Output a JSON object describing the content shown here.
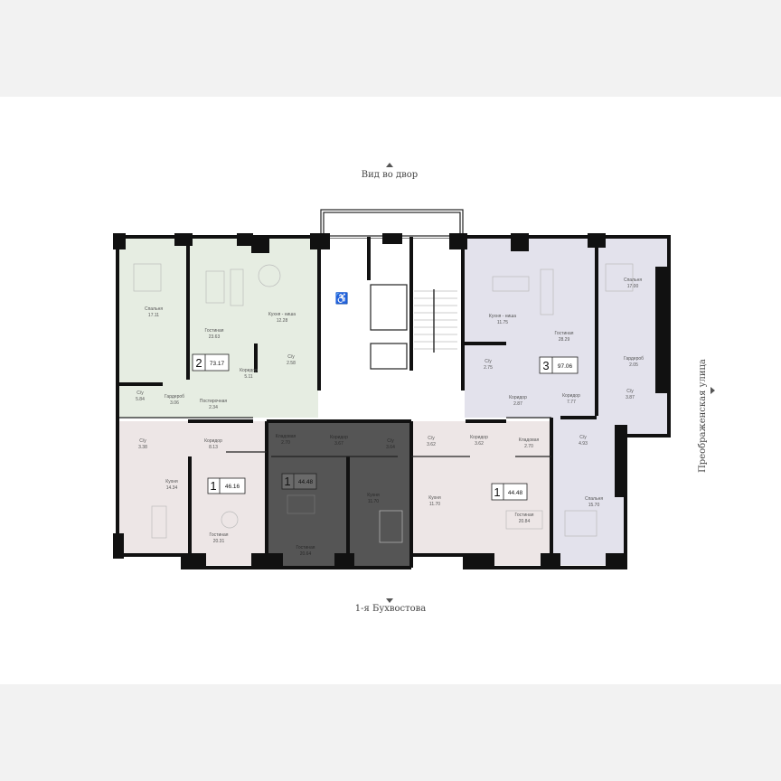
{
  "orientation": {
    "top": "Вид во двор",
    "bottom": "1-я Бухвостова",
    "right": "Преображенская улица"
  },
  "colors": {
    "apartment_2": "#e6ede2",
    "apartment_3": "#e3e2ec",
    "apartment_1_left": "#ede6e6",
    "apartment_1_center_selected": "#555555",
    "apartment_1_right": "#ede6e6"
  },
  "apartments": [
    {
      "id": "apt-2",
      "rooms": "2",
      "area": "73.17",
      "spaces": [
        {
          "name": "Спальня",
          "area": "17.11"
        },
        {
          "name": "Гостиная",
          "area": "23.63"
        },
        {
          "name": "Кухня - ниша",
          "area": "12.28"
        },
        {
          "name": "С/у",
          "area": "2.58"
        },
        {
          "name": "Коридор",
          "area": "5.11"
        },
        {
          "name": "С/у",
          "area": "5.84"
        },
        {
          "name": "Гардероб",
          "area": "3.06"
        },
        {
          "name": "Постирочная",
          "area": "2.34"
        }
      ]
    },
    {
      "id": "apt-3",
      "rooms": "3",
      "area": "97.06",
      "spaces": [
        {
          "name": "Кухня - ниша",
          "area": "11.75"
        },
        {
          "name": "Гостиная",
          "area": "28.29"
        },
        {
          "name": "Спальня",
          "area": "17.00"
        },
        {
          "name": "С/у",
          "area": "2.75"
        },
        {
          "name": "Гардероб",
          "area": "2.05"
        },
        {
          "name": "С/у",
          "area": "3.87"
        },
        {
          "name": "Коридор",
          "area": "2.87"
        },
        {
          "name": "Коридор",
          "area": "7.77"
        },
        {
          "name": "С/у",
          "area": "4.93"
        },
        {
          "name": "Спальня",
          "area": "15.70"
        }
      ]
    },
    {
      "id": "apt-1-left",
      "rooms": "1",
      "area": "46.16",
      "spaces": [
        {
          "name": "С/у",
          "area": "3.38"
        },
        {
          "name": "Коридор",
          "area": "8.13"
        },
        {
          "name": "Кухня",
          "area": "14.34"
        },
        {
          "name": "Гостиная",
          "area": "20.31"
        }
      ]
    },
    {
      "id": "apt-1-center",
      "rooms": "1",
      "area": "44.48",
      "spaces": [
        {
          "name": "Кладовая",
          "area": "2.70"
        },
        {
          "name": "Коридор",
          "area": "3.67"
        },
        {
          "name": "С/у",
          "area": "3.64"
        },
        {
          "name": "Кухня",
          "area": "11.70"
        },
        {
          "name": "Гостиная",
          "area": "20.64"
        }
      ]
    },
    {
      "id": "apt-1-right",
      "rooms": "1",
      "area": "44.48",
      "spaces": [
        {
          "name": "С/у",
          "area": "3.62"
        },
        {
          "name": "Коридор",
          "area": "3.62"
        },
        {
          "name": "Кладовая",
          "area": "2.70"
        },
        {
          "name": "Кухня",
          "area": "11.70"
        },
        {
          "name": "Гостиная",
          "area": "20.84"
        }
      ]
    }
  ]
}
